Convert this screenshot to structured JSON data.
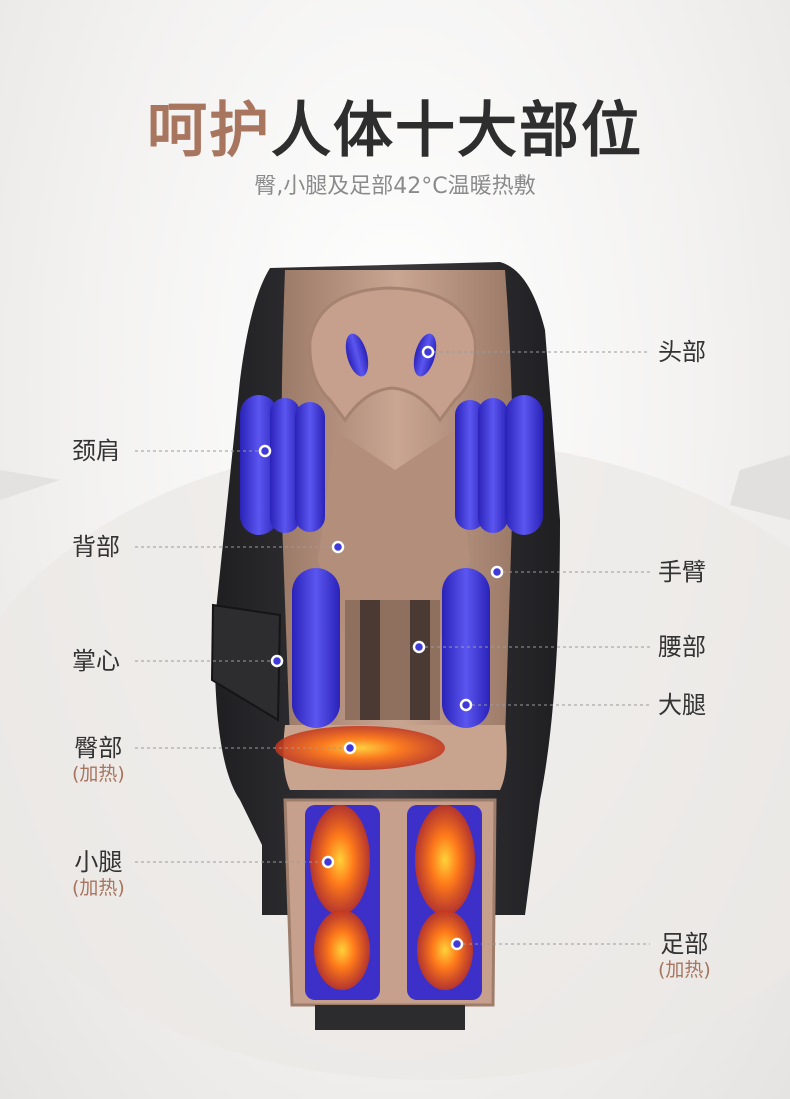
{
  "header": {
    "title_accent": "呵护",
    "title_rest": "人体十大部位",
    "subtitle": "臀,小腿及足部42°C温暖热敷"
  },
  "labels": {
    "head": "头部",
    "neck_shoulder": "颈肩",
    "back": "背部",
    "arm": "手臂",
    "palm": "掌心",
    "waist": "腰部",
    "thigh": "大腿",
    "hip": "臀部",
    "hip_heat": "(加热)",
    "calf": "小腿",
    "calf_heat": "(加热)",
    "foot": "足部",
    "foot_heat": "(加热)"
  },
  "colors": {
    "accent": "#a8755f",
    "text": "#333333",
    "airbag": "#3f3ad8",
    "heat": "#ff7a1a",
    "chair": "#b4917f"
  }
}
